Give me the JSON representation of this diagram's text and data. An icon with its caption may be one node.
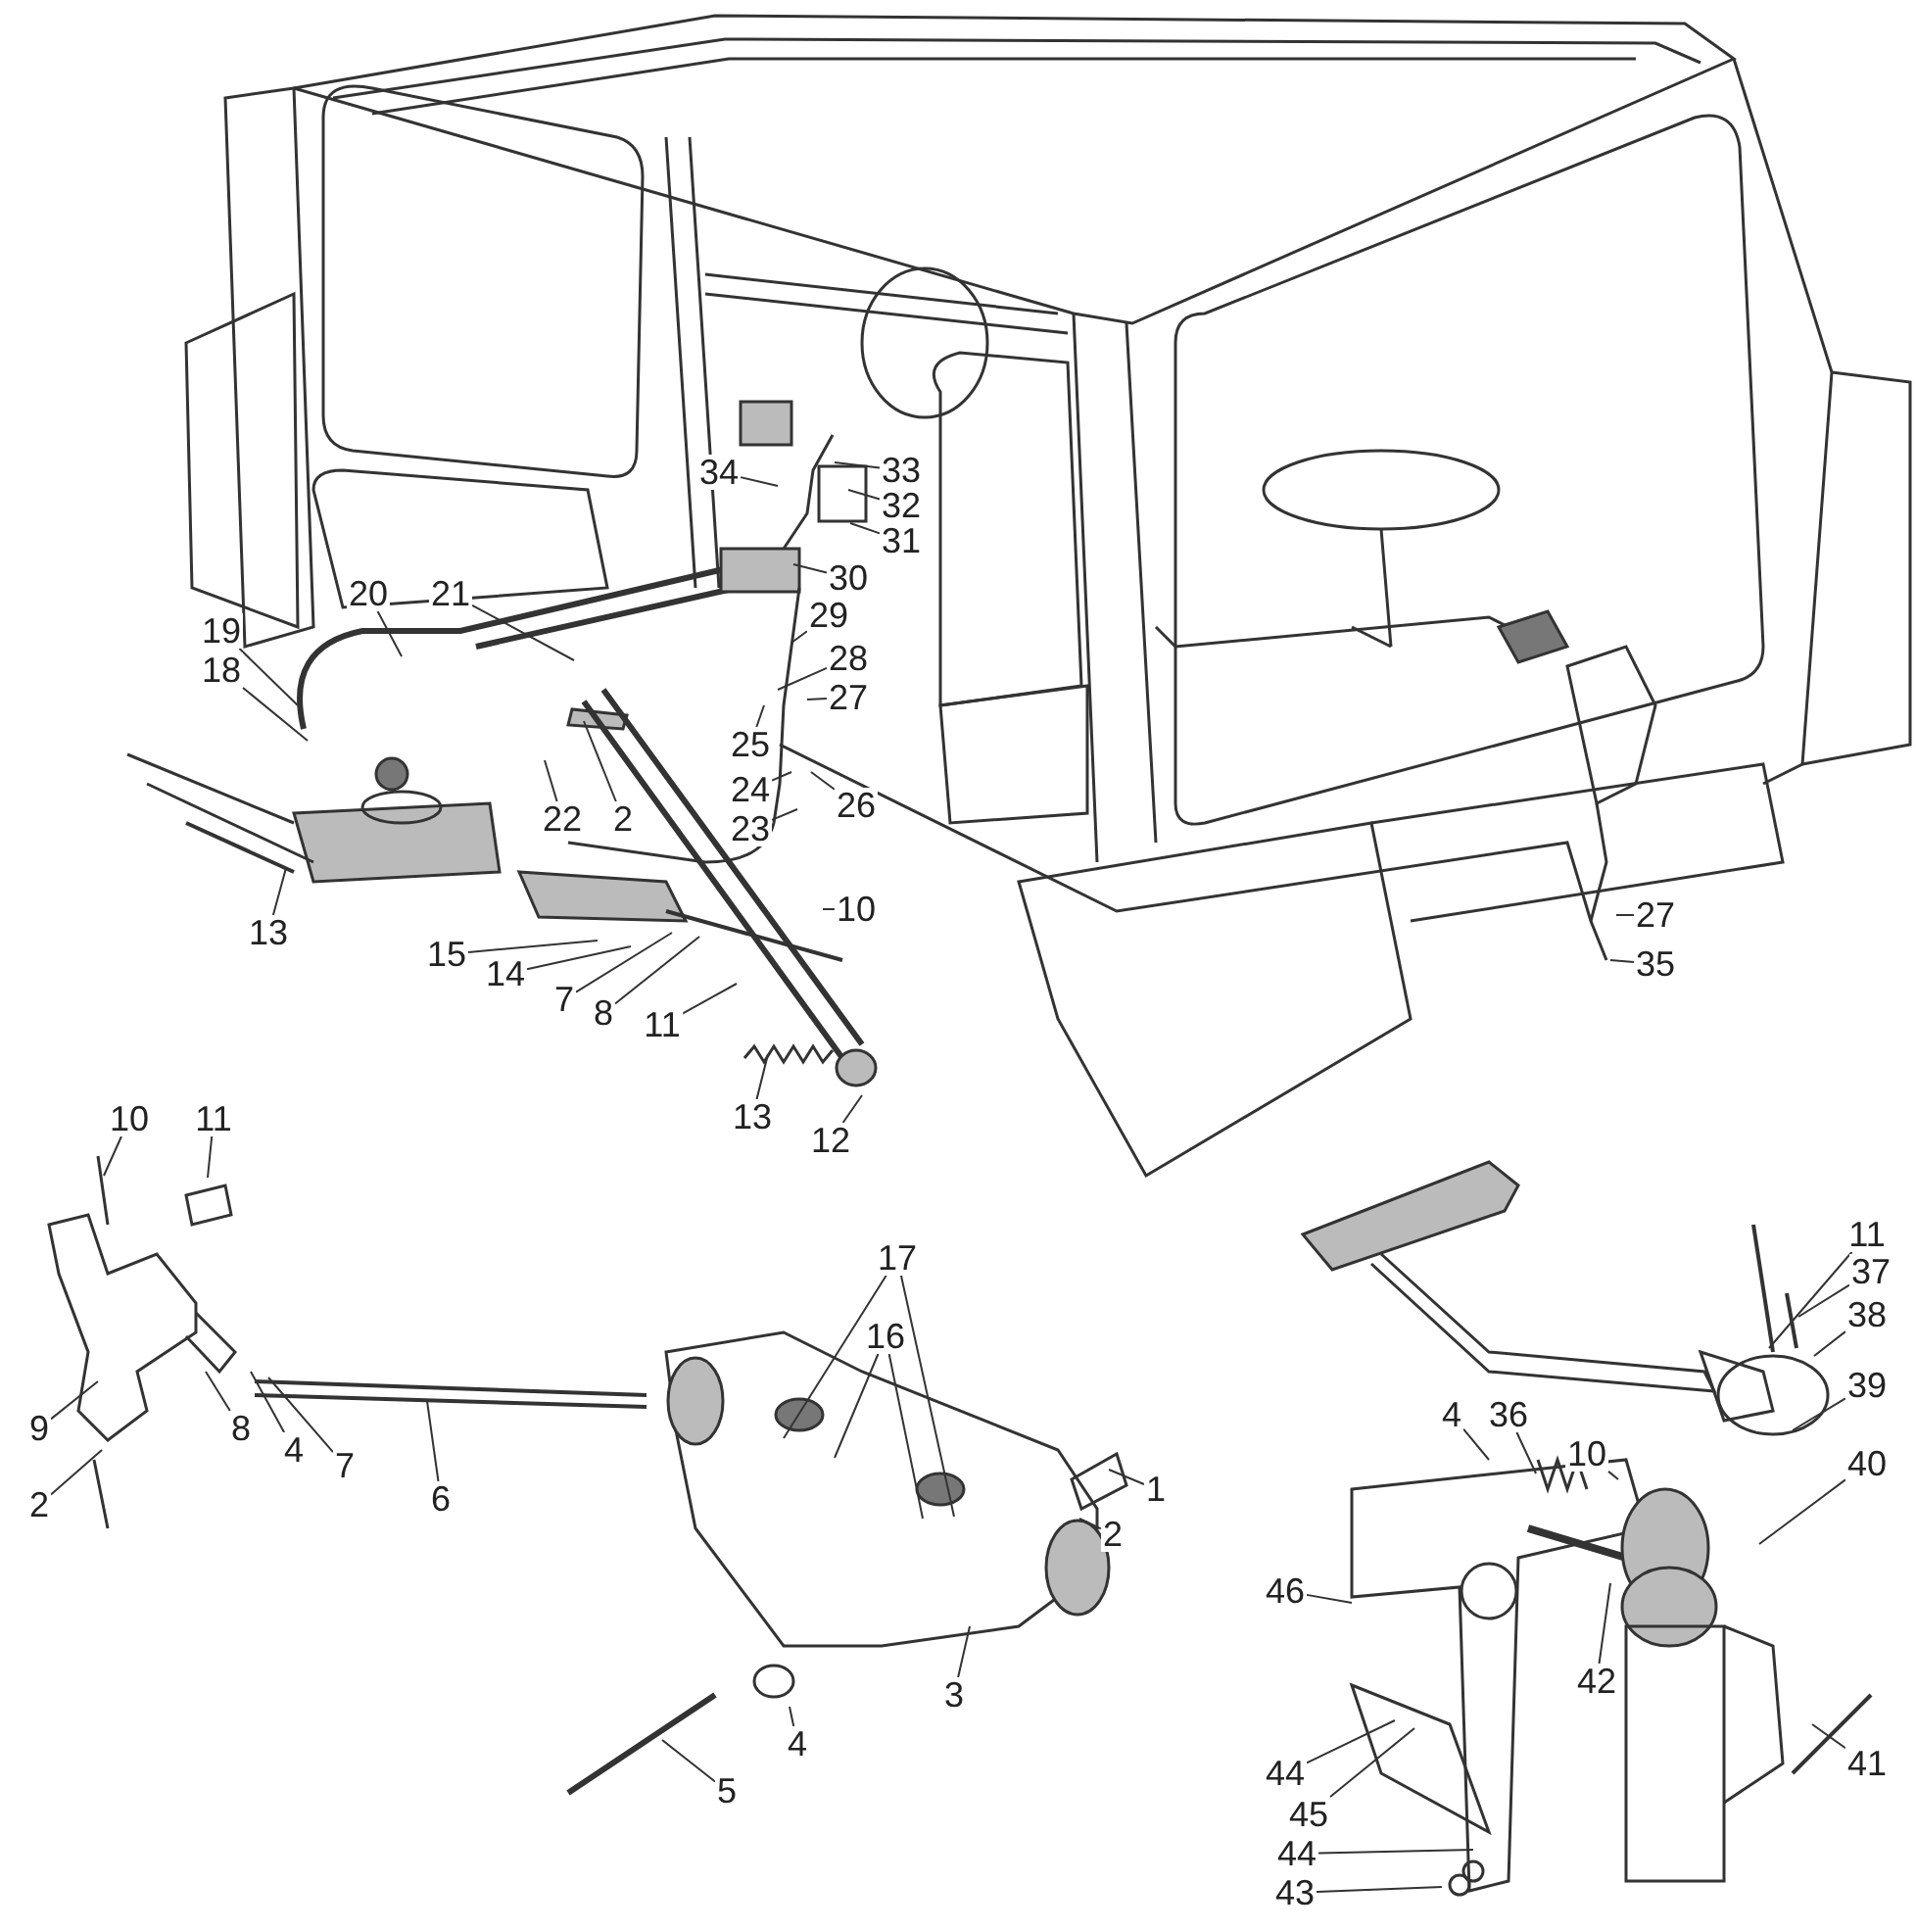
{
  "diagram": {
    "nodes": [
      {
        "text": [
          "34"
        ]
      },
      {
        "text": [
          "33"
        ]
      },
      {
        "text": [
          "32"
        ]
      },
      {
        "text": [
          "31"
        ]
      },
      {
        "text": [
          "30"
        ]
      },
      {
        "text": [
          "20"
        ]
      },
      {
        "text": [
          "21"
        ]
      },
      {
        "text": [
          "29"
        ]
      },
      {
        "text": [
          "19"
        ]
      },
      {
        "text": [
          "28"
        ]
      },
      {
        "text": [
          "18"
        ]
      },
      {
        "text": [
          "27"
        ]
      },
      {
        "text": [
          "25"
        ]
      },
      {
        "text": [
          "24"
        ]
      },
      {
        "text": [
          "26"
        ]
      },
      {
        "text": [
          "22"
        ]
      },
      {
        "text": [
          "2"
        ]
      },
      {
        "text": [
          "23"
        ]
      },
      {
        "text": [
          "10"
        ]
      },
      {
        "text": [
          "13"
        ]
      },
      {
        "text": [
          "15"
        ]
      },
      {
        "text": [
          "27"
        ]
      },
      {
        "text": [
          "14"
        ]
      },
      {
        "text": [
          "35"
        ]
      },
      {
        "text": [
          "7"
        ]
      },
      {
        "text": [
          "8"
        ]
      },
      {
        "text": [
          "11"
        ]
      },
      {
        "text": [
          "13"
        ]
      },
      {
        "text": [
          "12"
        ]
      },
      {
        "text": [
          "10"
        ]
      },
      {
        "text": [
          "11"
        ]
      },
      {
        "text": [
          "17"
        ]
      },
      {
        "text": [
          "16"
        ]
      },
      {
        "text": [
          "11"
        ]
      },
      {
        "text": [
          "37"
        ]
      },
      {
        "text": [
          "38"
        ]
      },
      {
        "text": [
          "39"
        ]
      },
      {
        "text": [
          "4"
        ]
      },
      {
        "text": [
          "36"
        ]
      },
      {
        "text": [
          "9"
        ]
      },
      {
        "text": [
          "8"
        ]
      },
      {
        "text": [
          "4"
        ]
      },
      {
        "text": [
          "10"
        ]
      },
      {
        "text": [
          "40"
        ]
      },
      {
        "text": [
          "7"
        ]
      },
      {
        "text": [
          "1"
        ]
      },
      {
        "text": [
          "6"
        ]
      },
      {
        "text": [
          "2"
        ]
      },
      {
        "text": [
          "2"
        ]
      },
      {
        "text": [
          "46"
        ]
      },
      {
        "text": [
          "42"
        ]
      },
      {
        "text": [
          "3"
        ]
      },
      {
        "text": [
          "4"
        ]
      },
      {
        "text": [
          "41"
        ]
      },
      {
        "text": [
          "44"
        ]
      },
      {
        "text": [
          "5"
        ]
      },
      {
        "text": [
          "45"
        ]
      },
      {
        "text": [
          "44"
        ]
      },
      {
        "text": [
          "43"
        ]
      }
    ],
    "edges": [
      {
        "from": 0,
        "to": null,
        "arrow": "none"
      },
      {
        "from": 1,
        "to": null,
        "arrow": "none"
      },
      {
        "from": 2,
        "to": null,
        "arrow": "none"
      },
      {
        "from": 3,
        "to": null,
        "arrow": "none"
      },
      {
        "from": 4,
        "to": null,
        "arrow": "none"
      },
      {
        "from": 5,
        "to": null,
        "arrow": "none"
      },
      {
        "from": 6,
        "to": null,
        "arrow": "none"
      },
      {
        "from": 7,
        "to": null,
        "arrow": "none"
      },
      {
        "from": 8,
        "to": null,
        "arrow": "none"
      },
      {
        "from": 9,
        "to": null,
        "arrow": "none"
      },
      {
        "from": 10,
        "to": null,
        "arrow": "none"
      },
      {
        "from": 11,
        "to": null,
        "arrow": "none"
      },
      {
        "from": 12,
        "to": null,
        "arrow": "none"
      },
      {
        "from": 13,
        "to": null,
        "arrow": "none"
      },
      {
        "from": 14,
        "to": null,
        "arrow": "none"
      },
      {
        "from": 15,
        "to": null,
        "arrow": "none"
      },
      {
        "from": 16,
        "to": null,
        "arrow": "none"
      },
      {
        "from": 17,
        "to": null,
        "arrow": "none"
      },
      {
        "from": 18,
        "to": null,
        "arrow": "none"
      },
      {
        "from": 19,
        "to": null,
        "arrow": "none"
      },
      {
        "from": 20,
        "to": null,
        "arrow": "none"
      },
      {
        "from": 21,
        "to": null,
        "arrow": "none"
      },
      {
        "from": 22,
        "to": null,
        "arrow": "none"
      },
      {
        "from": 23,
        "to": null,
        "arrow": "none"
      },
      {
        "from": 24,
        "to": null,
        "arrow": "none"
      },
      {
        "from": 25,
        "to": null,
        "arrow": "none"
      },
      {
        "from": 26,
        "to": null,
        "arrow": "none"
      },
      {
        "from": 27,
        "to": null,
        "arrow": "none"
      },
      {
        "from": 28,
        "to": null,
        "arrow": "none"
      },
      {
        "from": 29,
        "to": null,
        "arrow": "none"
      },
      {
        "from": 30,
        "to": null,
        "arrow": "none"
      },
      {
        "from": 31,
        "to": null,
        "arrow": "none"
      },
      {
        "from": 31,
        "to": null,
        "arrow": "none"
      },
      {
        "from": 32,
        "to": null,
        "arrow": "none"
      },
      {
        "from": 32,
        "to": null,
        "arrow": "none"
      },
      {
        "from": 33,
        "to": null,
        "arrow": "none"
      },
      {
        "from": 34,
        "to": null,
        "arrow": "none"
      },
      {
        "from": 35,
        "to": null,
        "arrow": "none"
      },
      {
        "from": 36,
        "to": null,
        "arrow": "none"
      },
      {
        "from": 37,
        "to": null,
        "arrow": "none"
      },
      {
        "from": 38,
        "to": null,
        "arrow": "none"
      },
      {
        "from": 39,
        "to": null,
        "arrow": "none"
      },
      {
        "from": 40,
        "to": null,
        "arrow": "none"
      },
      {
        "from": 41,
        "to": null,
        "arrow": "none"
      },
      {
        "from": 42,
        "to": null,
        "arrow": "none"
      },
      {
        "from": 43,
        "to": null,
        "arrow": "none"
      },
      {
        "from": 44,
        "to": null,
        "arrow": "none"
      },
      {
        "from": 45,
        "to": null,
        "arrow": "none"
      },
      {
        "from": 46,
        "to": null,
        "arrow": "none"
      },
      {
        "from": 47,
        "to": null,
        "arrow": "none"
      },
      {
        "from": 48,
        "to": null,
        "arrow": "none"
      },
      {
        "from": 49,
        "to": null,
        "arrow": "none"
      },
      {
        "from": 50,
        "to": null,
        "arrow": "none"
      },
      {
        "from": 51,
        "to": null,
        "arrow": "none"
      },
      {
        "from": 52,
        "to": null,
        "arrow": "none"
      },
      {
        "from": 53,
        "to": null,
        "arrow": "none"
      },
      {
        "from": 54,
        "to": null,
        "arrow": "none"
      },
      {
        "from": 55,
        "to": null,
        "arrow": "none"
      },
      {
        "from": 56,
        "to": null,
        "arrow": "none"
      },
      {
        "from": 57,
        "to": null,
        "arrow": "none"
      },
      {
        "from": 58,
        "to": null,
        "arrow": "none"
      }
    ]
  }
}
